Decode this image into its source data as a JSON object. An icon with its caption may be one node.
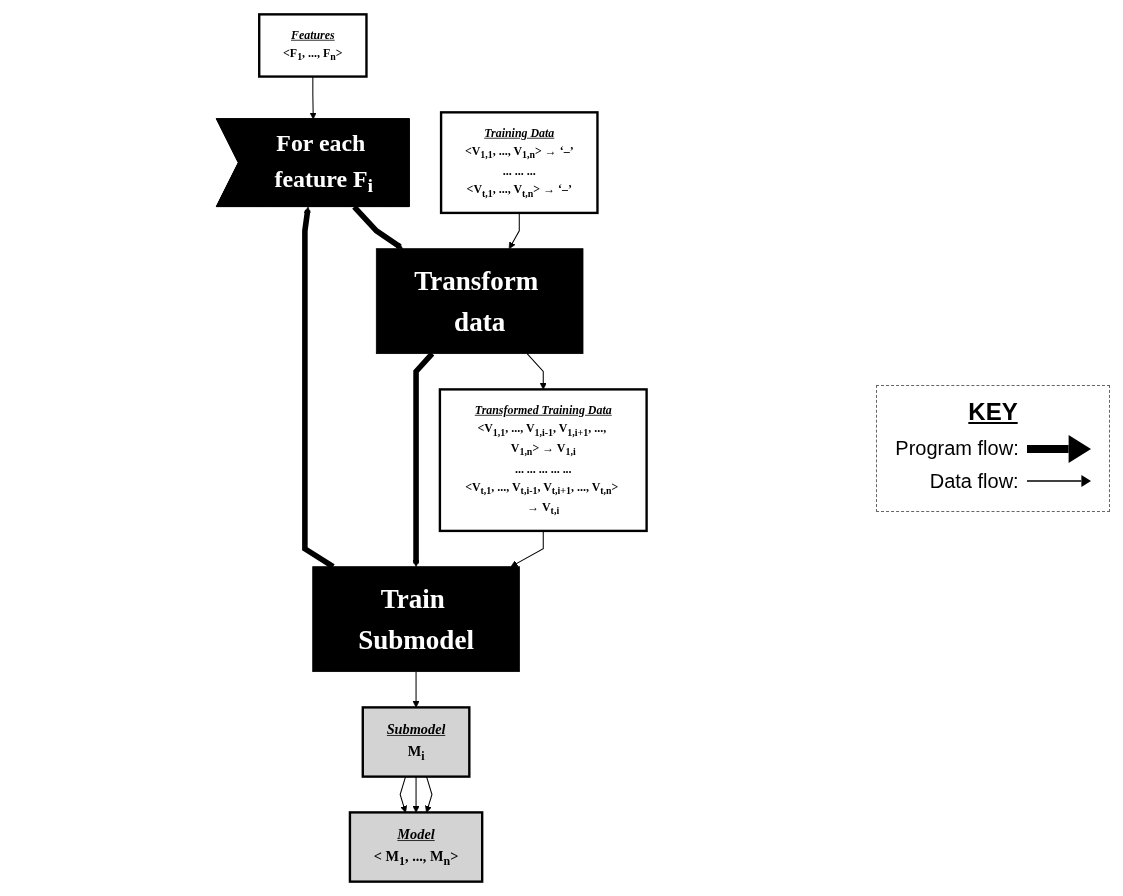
{
  "diagram": {
    "nodes": [
      {
        "text": [
          "Features",
          "<F$_{1}$, ..., F$_{n}$>"
        ]
      },
      {
        "text": [
          "For each feature F$_{i}$"
        ]
      },
      {
        "text": [
          "Training Data",
          "<V$_{1,1}$, ..., V$_{1,n}$> → ‘–’",
          "... ... ...",
          "<V$_{t,1}$, ..., V$_{t,n}$> → ‘–’"
        ]
      },
      {
        "text": [
          "Transform data"
        ]
      },
      {
        "text": [
          "Transformed Training Data",
          "<V$_{1,1}$, ..., V$_{1,i-1}$, V$_{1,i+1}$, ..., V$_{1,n}$> → V$_{1,i}$",
          "... ... ... ... ...",
          "<V$_{t,1}$, ..., V$_{t,i-1}$, V$_{t,i+1}$, ..., V$_{t,n}$> → V$_{t,i}$"
        ]
      },
      {
        "text": [
          "Train Submodel"
        ]
      },
      {
        "text": [
          "Submodel",
          "M$_{i}$"
        ]
      },
      {
        "text": [
          "Model",
          "< M$_{1}$, ..., M$_{n}$>"
        ]
      }
    ],
    "edges": [
      {
        "from": 0,
        "to": 1,
        "arrow": "to"
      },
      {
        "from": 1,
        "to": 3,
        "arrow": "to",
        "style": "thick"
      },
      {
        "from": 2,
        "to": 3,
        "arrow": "to"
      },
      {
        "from": 3,
        "to": 4,
        "arrow": "to"
      },
      {
        "from": 3,
        "to": 5,
        "arrow": "to",
        "style": "thick"
      },
      {
        "from": 4,
        "to": 5,
        "arrow": "to"
      },
      {
        "from": 5,
        "to": 1,
        "arrow": "to",
        "style": "thick"
      },
      {
        "from": 5,
        "to": 6,
        "arrow": "to"
      },
      {
        "from": 6,
        "to": 7,
        "arrow": "to"
      },
      {
        "from": 6,
        "to": 7,
        "arrow": "to"
      },
      {
        "from": 6,
        "to": 7,
        "arrow": "to"
      }
    ],
    "labels": [
      "KEY"
    ],
    "legend": [
      {
        "text": "Program flow:"
      },
      {
        "text": "Data flow:"
      }
    ]
  }
}
